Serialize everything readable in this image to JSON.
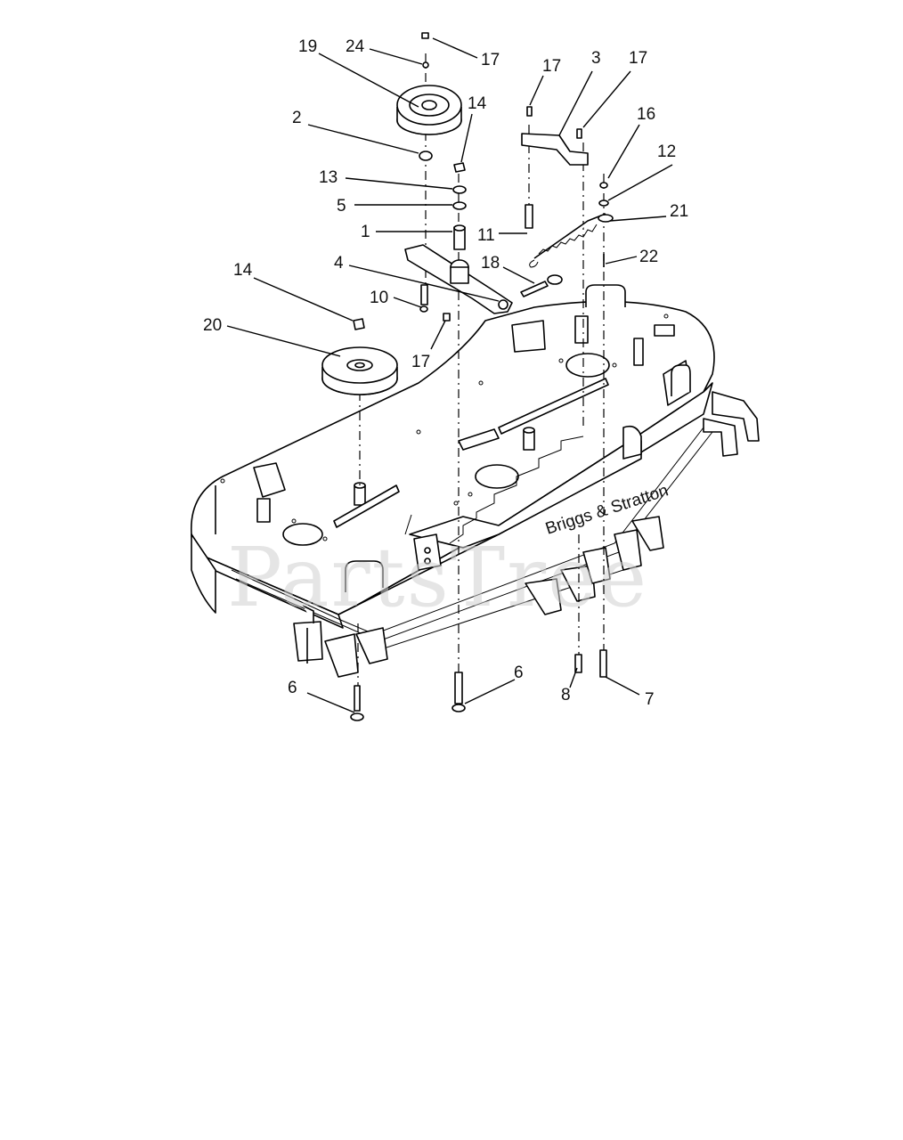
{
  "watermark": "PartsTree",
  "deck_label": "Briggs & Stratton",
  "callouts": [
    "19",
    "24",
    "17",
    "17",
    "3",
    "17",
    "14",
    "2",
    "16",
    "12",
    "13",
    "5",
    "21",
    "1",
    "11",
    "22",
    "4",
    "18",
    "14",
    "10",
    "20",
    "17",
    "6",
    "6",
    "8",
    "7"
  ]
}
